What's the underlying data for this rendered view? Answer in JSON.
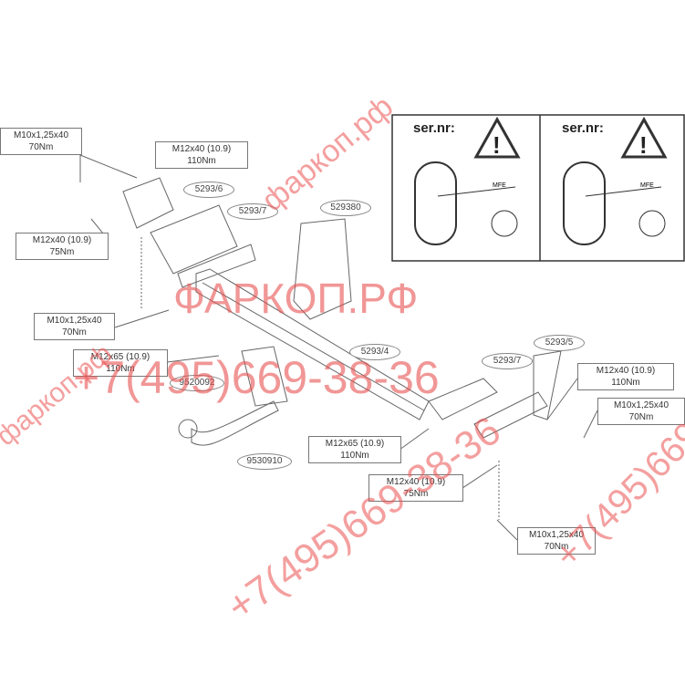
{
  "torque_labels": [
    {
      "bolt": "M10x1,25x40",
      "torque": "70Nm"
    },
    {
      "bolt": "M12x40 (10.9)",
      "torque": "110Nm"
    },
    {
      "bolt": "M12x40 (10.9)",
      "torque": "75Nm"
    },
    {
      "bolt": "M10x1,25x40",
      "torque": "70Nm"
    },
    {
      "bolt": "M12x65 (10.9)",
      "torque": "110Nm"
    },
    {
      "bolt": "M12x40 (10.9)",
      "torque": "110Nm"
    },
    {
      "bolt": "M10x1,25x40",
      "torque": "70Nm"
    },
    {
      "bolt": "M12x65 (10.9)",
      "torque": "110Nm"
    },
    {
      "bolt": "M12x40 (10.9)",
      "torque": "75Nm"
    },
    {
      "bolt": "M10x1,25x40",
      "torque": "70Nm"
    }
  ],
  "part_numbers": [
    "5293/6",
    "5293/7",
    "529380",
    "9520092",
    "5293/4",
    "5293/7",
    "5293/5",
    "9530910"
  ],
  "warning_panel": {
    "left_label": "ser.nr:",
    "right_label": "ser.nr:",
    "plate_text": "MFE"
  },
  "watermark": {
    "site": "ФАРКОП.РФ",
    "phone": "+7(495)669-38-36",
    "site_small": "фаркоп.рф",
    "color": "#e85050"
  }
}
